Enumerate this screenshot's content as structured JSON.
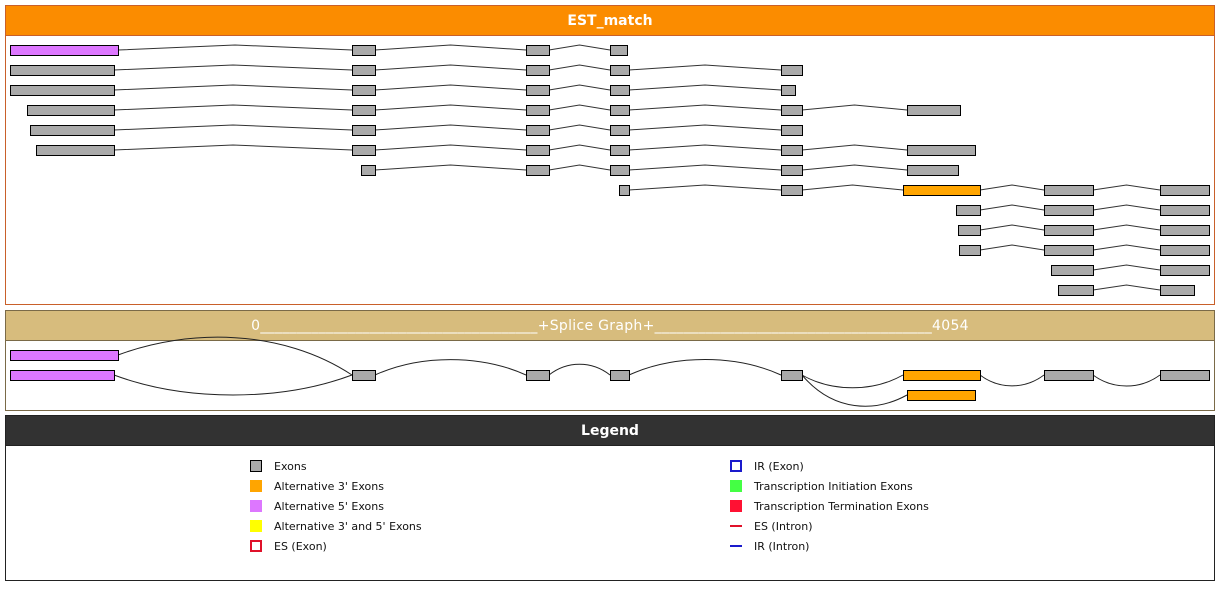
{
  "colors": {
    "exon": "#aaaaaa",
    "alt3": "#ffa500",
    "alt5": "#dd77ff",
    "alt35": "#ffff00",
    "es": "#e0112a",
    "ir": "#1a1acc",
    "tie": "#44ff44",
    "tte": "#ff1133",
    "est_header": "#fb8c00",
    "splice_header": "#d7bc7d",
    "legend_header": "#323232"
  },
  "est_panel": {
    "title": "EST_match",
    "rows": [
      [
        [
          10,
          118,
          "alt5"
        ],
        [
          352,
          375,
          "exon"
        ],
        [
          526,
          549,
          "exon"
        ],
        [
          610,
          627,
          "exon"
        ]
      ],
      [
        [
          10,
          114,
          "exon"
        ],
        [
          352,
          375,
          "exon"
        ],
        [
          526,
          549,
          "exon"
        ],
        [
          610,
          629,
          "exon"
        ],
        [
          781,
          802,
          "exon"
        ]
      ],
      [
        [
          10,
          114,
          "exon"
        ],
        [
          352,
          375,
          "exon"
        ],
        [
          526,
          549,
          "exon"
        ],
        [
          610,
          629,
          "exon"
        ],
        [
          781,
          795,
          "exon"
        ]
      ],
      [
        [
          27,
          114,
          "exon"
        ],
        [
          352,
          375,
          "exon"
        ],
        [
          526,
          549,
          "exon"
        ],
        [
          610,
          629,
          "exon"
        ],
        [
          781,
          802,
          "exon"
        ],
        [
          907,
          960,
          "exon"
        ]
      ],
      [
        [
          30,
          114,
          "exon"
        ],
        [
          352,
          375,
          "exon"
        ],
        [
          526,
          549,
          "exon"
        ],
        [
          610,
          629,
          "exon"
        ],
        [
          781,
          802,
          "exon"
        ]
      ],
      [
        [
          36,
          114,
          "exon"
        ],
        [
          352,
          375,
          "exon"
        ],
        [
          526,
          549,
          "exon"
        ],
        [
          610,
          629,
          "exon"
        ],
        [
          781,
          802,
          "exon"
        ],
        [
          907,
          975,
          "exon"
        ]
      ],
      [
        [
          361,
          375,
          "exon"
        ],
        [
          526,
          549,
          "exon"
        ],
        [
          610,
          629,
          "exon"
        ],
        [
          781,
          802,
          "exon"
        ],
        [
          907,
          958,
          "exon"
        ]
      ],
      [
        [
          619,
          629,
          "exon"
        ],
        [
          781,
          802,
          "exon"
        ],
        [
          903,
          980,
          "alt3"
        ],
        [
          1044,
          1093,
          "exon"
        ],
        [
          1160,
          1209,
          "exon"
        ]
      ],
      [
        [
          956,
          980,
          "exon"
        ],
        [
          1044,
          1093,
          "exon"
        ],
        [
          1160,
          1209,
          "exon"
        ]
      ],
      [
        [
          958,
          980,
          "exon"
        ],
        [
          1044,
          1093,
          "exon"
        ],
        [
          1160,
          1209,
          "exon"
        ]
      ],
      [
        [
          959,
          980,
          "exon"
        ],
        [
          1044,
          1093,
          "exon"
        ],
        [
          1160,
          1209,
          "exon"
        ]
      ],
      [
        [
          1051,
          1093,
          "exon"
        ],
        [
          1160,
          1209,
          "exon"
        ]
      ],
      [
        [
          1058,
          1093,
          "exon"
        ],
        [
          1160,
          1194,
          "exon"
        ]
      ]
    ]
  },
  "splice_graph": {
    "title": "0______________________________________+Splice Graph+______________________________________4054",
    "range_start": 0,
    "range_end": 4054,
    "nodes": [
      {
        "id": "a",
        "start": 10,
        "end": 118,
        "lane": 0,
        "type": "alt5"
      },
      {
        "id": "b",
        "start": 10,
        "end": 114,
        "lane": 1,
        "type": "alt5"
      },
      {
        "id": "c",
        "start": 352,
        "end": 375,
        "lane": 1,
        "type": "exon"
      },
      {
        "id": "d",
        "start": 526,
        "end": 549,
        "lane": 1,
        "type": "exon"
      },
      {
        "id": "e",
        "start": 610,
        "end": 629,
        "lane": 1,
        "type": "exon"
      },
      {
        "id": "f",
        "start": 781,
        "end": 802,
        "lane": 1,
        "type": "exon"
      },
      {
        "id": "g",
        "start": 903,
        "end": 980,
        "lane": 1,
        "type": "alt3"
      },
      {
        "id": "h",
        "start": 907,
        "end": 975,
        "lane": 2,
        "type": "alt3"
      },
      {
        "id": "i",
        "start": 1044,
        "end": 1093,
        "lane": 1,
        "type": "exon"
      },
      {
        "id": "j",
        "start": 1160,
        "end": 1209,
        "lane": 1,
        "type": "exon"
      }
    ],
    "edges": [
      {
        "from": "a",
        "to": "c",
        "bend": "up"
      },
      {
        "from": "b",
        "to": "c",
        "bend": "down"
      },
      {
        "from": "c",
        "to": "d",
        "bend": "up"
      },
      {
        "from": "d",
        "to": "e",
        "bend": "up"
      },
      {
        "from": "e",
        "to": "f",
        "bend": "up"
      },
      {
        "from": "f",
        "to": "g",
        "bend": "down"
      },
      {
        "from": "f",
        "to": "h",
        "bend": "down"
      },
      {
        "from": "g",
        "to": "i",
        "bend": "down"
      },
      {
        "from": "i",
        "to": "j",
        "bend": "down"
      }
    ]
  },
  "legend": {
    "title": "Legend",
    "left": [
      {
        "label": "Exons",
        "swatch": "sw-exon",
        "icon": "gray-exon-swatch-icon"
      },
      {
        "label": "Alternative 3' Exons",
        "swatch": "sw-alt3",
        "icon": "orange-swatch-icon"
      },
      {
        "label": "Alternative 5' Exons",
        "swatch": "sw-alt5",
        "icon": "purple-swatch-icon"
      },
      {
        "label": "Alternative 3' and 5' Exons",
        "swatch": "sw-alt35",
        "icon": "yellow-swatch-icon"
      },
      {
        "label": "ES (Exon)",
        "swatch": "sw-es-exon",
        "icon": "red-dashed-box-icon"
      }
    ],
    "right": [
      {
        "label": "IR (Exon)",
        "swatch": "sw-ir-exon",
        "icon": "blue-outline-box-icon"
      },
      {
        "label": "Transcription Initiation Exons",
        "swatch": "sw-tie",
        "icon": "green-swatch-icon"
      },
      {
        "label": "Transcription Termination Exons",
        "swatch": "sw-tte",
        "icon": "red-swatch-icon"
      },
      {
        "label": "ES (Intron)",
        "swatch": "sw-es-intron",
        "icon": "red-dashed-line-icon"
      },
      {
        "label": "IR (Intron)",
        "swatch": "sw-ir-intron",
        "icon": "blue-line-icon"
      }
    ]
  }
}
